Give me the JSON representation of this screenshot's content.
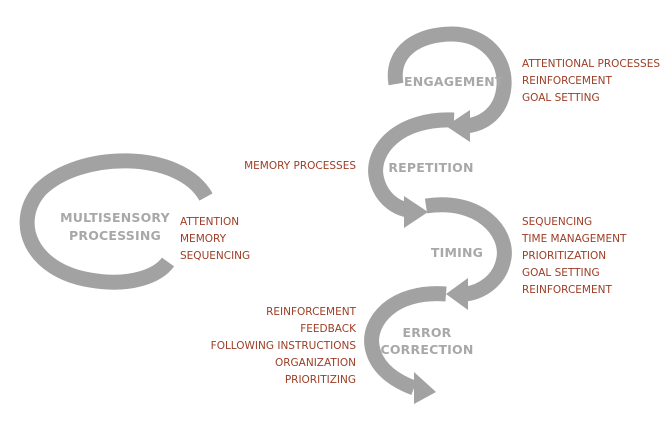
{
  "diagram": {
    "stages": [
      {
        "name": "ENGAGEMENT",
        "skills": [
          "ATTENTIONAL PROCESSES",
          "REINFORCEMENT",
          "GOAL SETTING"
        ]
      },
      {
        "name": "REPETITION",
        "skills": [
          "MEMORY PROCESSES"
        ]
      },
      {
        "name": "TIMING",
        "skills": [
          "SEQUENCING",
          "TIME MANAGEMENT",
          "PRIORITIZATION",
          "GOAL SETTING",
          "REINFORCEMENT"
        ]
      },
      {
        "name": "ERROR CORRECTION",
        "name_lines": [
          "ERROR",
          "CORRECTION"
        ],
        "skills": [
          "REINFORCEMENT",
          "FEEDBACK",
          "FOLLOWING INSTRUCTIONS",
          "ORGANIZATION",
          "PRIORITIZING"
        ]
      }
    ],
    "base": {
      "name_lines": [
        "MULTISENSORY",
        "PROCESSING"
      ],
      "skills": [
        "ATTENTION",
        "MEMORY",
        "SEQUENCING"
      ]
    }
  },
  "colors": {
    "arrow": "#a2a2a2",
    "stage_text": "#a8a8a8",
    "skill_text": "#9c3d25"
  }
}
